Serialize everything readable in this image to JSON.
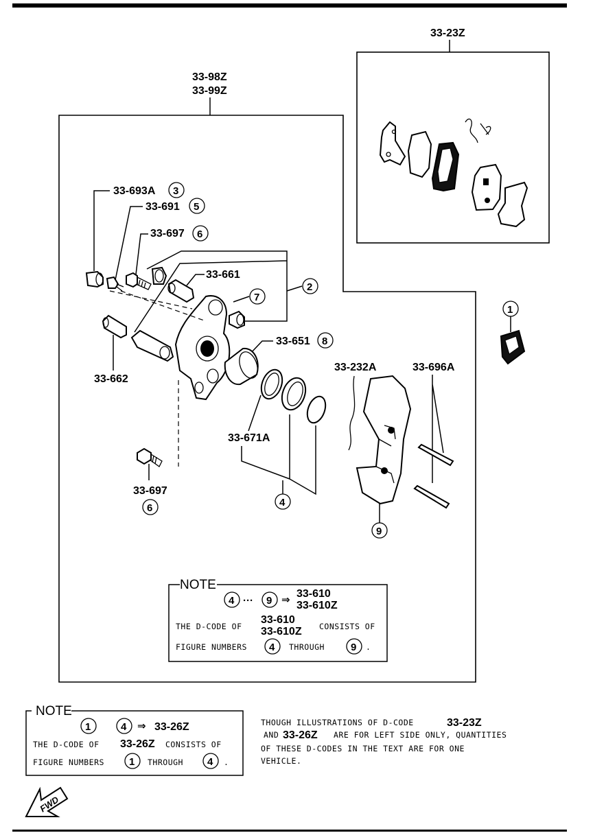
{
  "groups": {
    "pads_kit": "33-23Z",
    "caliper_line1": "33-98Z",
    "caliper_line2": "33-99Z"
  },
  "callouts": {
    "p693a": {
      "code": "33-693A",
      "num": "3"
    },
    "p691": {
      "code": "33-691",
      "num": "5"
    },
    "p697_top": {
      "code": "33-697",
      "num": "6"
    },
    "p661": {
      "code": "33-661"
    },
    "p7": {
      "num": "7"
    },
    "p2": {
      "num": "2"
    },
    "p651": {
      "code": "33-651",
      "num": "8"
    },
    "p662": {
      "code": "33-662"
    },
    "p232a": {
      "code": "33-232A"
    },
    "p696a": {
      "code": "33-696A"
    },
    "p671a": {
      "code": "33-671A"
    },
    "p4": {
      "num": "4"
    },
    "p9": {
      "num": "9"
    },
    "p697_bottom": {
      "code": "33-697",
      "num": "6"
    },
    "p1": {
      "num": "1"
    }
  },
  "note1": {
    "title": "NOTE",
    "from": "4",
    "dots": "···",
    "to": "9",
    "arrow": "⇒",
    "codes": [
      "33-610",
      "33-610Z"
    ],
    "line2_prefix": "THE D-CODE OF",
    "line2_codes": [
      "33-610",
      "33-610Z"
    ],
    "line2_suffix": "CONSISTS OF",
    "line3_prefix": "FIGURE NUMBERS",
    "line3_from": "4",
    "line3_mid": "THROUGH",
    "line3_to": "9",
    "line3_end": "."
  },
  "note2": {
    "title": "NOTE",
    "from": "1",
    "to": "4",
    "arrow": "⇒",
    "code": "33-26Z",
    "line2_prefix": "THE D-CODE OF",
    "line2_code": "33-26Z",
    "line2_suffix": "CONSISTS OF",
    "line3_prefix": "FIGURE NUMBERS",
    "line3_from": "1",
    "line3_mid": "THROUGH",
    "line3_to": "4",
    "line3_end": "."
  },
  "side_text": {
    "l1_prefix": "THOUGH  ILLUSTRATIONS  OF  D-CODE",
    "l1_code": "33-23Z",
    "l2_prefix": "AND",
    "l2_code": "33-26Z",
    "l2_suffix": "ARE  FOR  LEFT  SIDE  ONLY, QUANTITIES",
    "l3": "OF  THESE  D-CODES  IN  THE  TEXT  ARE  FOR  ONE",
    "l4": "VEHICLE."
  },
  "fwd_label": "FWD"
}
